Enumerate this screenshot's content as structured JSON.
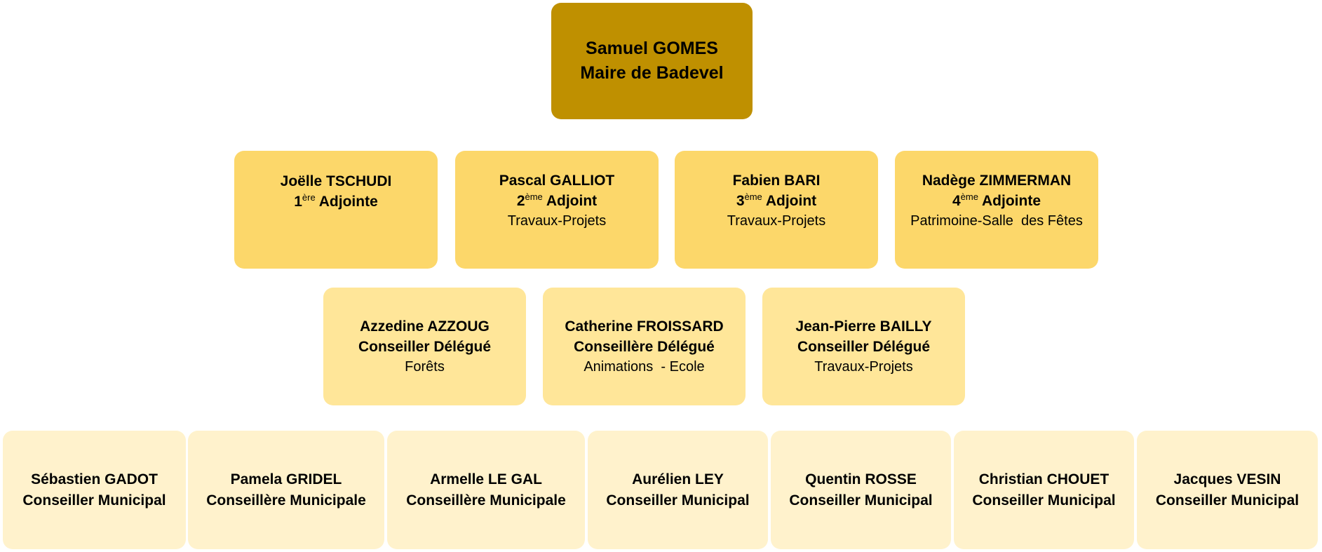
{
  "mayor": {
    "name": "Samuel GOMES",
    "title": "Maire de Badevel"
  },
  "adjoints": [
    {
      "name": "Joëlle TSCHUDI",
      "rank": "1",
      "sup": "ère",
      "role": "Adjointe",
      "domain": ""
    },
    {
      "name": "Pascal GALLIOT",
      "rank": "2",
      "sup": "ème",
      "role": "Adjoint",
      "domain": "Travaux-Projets"
    },
    {
      "name": "Fabien BARI",
      "rank": "3",
      "sup": "ème",
      "role": "Adjoint",
      "domain": "Travaux-Projets"
    },
    {
      "name": "Nadège ZIMMERMAN",
      "rank": "4",
      "sup": "ème",
      "role": "Adjointe",
      "domain": "Patrimoine-Salle  des Fêtes"
    }
  ],
  "delegues": [
    {
      "name": "Azzedine AZZOUG",
      "role": "Conseiller Délégué",
      "domain": "Forêts"
    },
    {
      "name": "Catherine FROISSARD",
      "role": "Conseillère Délégué",
      "domain": "Animations  - Ecole"
    },
    {
      "name": "Jean-Pierre BAILLY",
      "role": "Conseiller Délégué",
      "domain": "Travaux-Projets"
    }
  ],
  "conseillers": [
    {
      "name": "Sébastien GADOT",
      "role": "Conseiller Municipal"
    },
    {
      "name": "Pamela GRIDEL",
      "role": "Conseillère Municipale"
    },
    {
      "name": "Armelle LE GAL",
      "role": "Conseillère Municipale"
    },
    {
      "name": "Aurélien LEY",
      "role": "Conseiller Municipal"
    },
    {
      "name": "Quentin ROSSE",
      "role": "Conseiller Municipal"
    },
    {
      "name": "Christian CHOUET",
      "role": "Conseiller Municipal"
    },
    {
      "name": "Jacques VESIN",
      "role": "Conseiller Municipal"
    }
  ],
  "colors": {
    "mayor": "#BF9000",
    "adjoint": "#FCD76A",
    "delegue": "#FFE699",
    "conseiller": "#FFF2CC"
  }
}
